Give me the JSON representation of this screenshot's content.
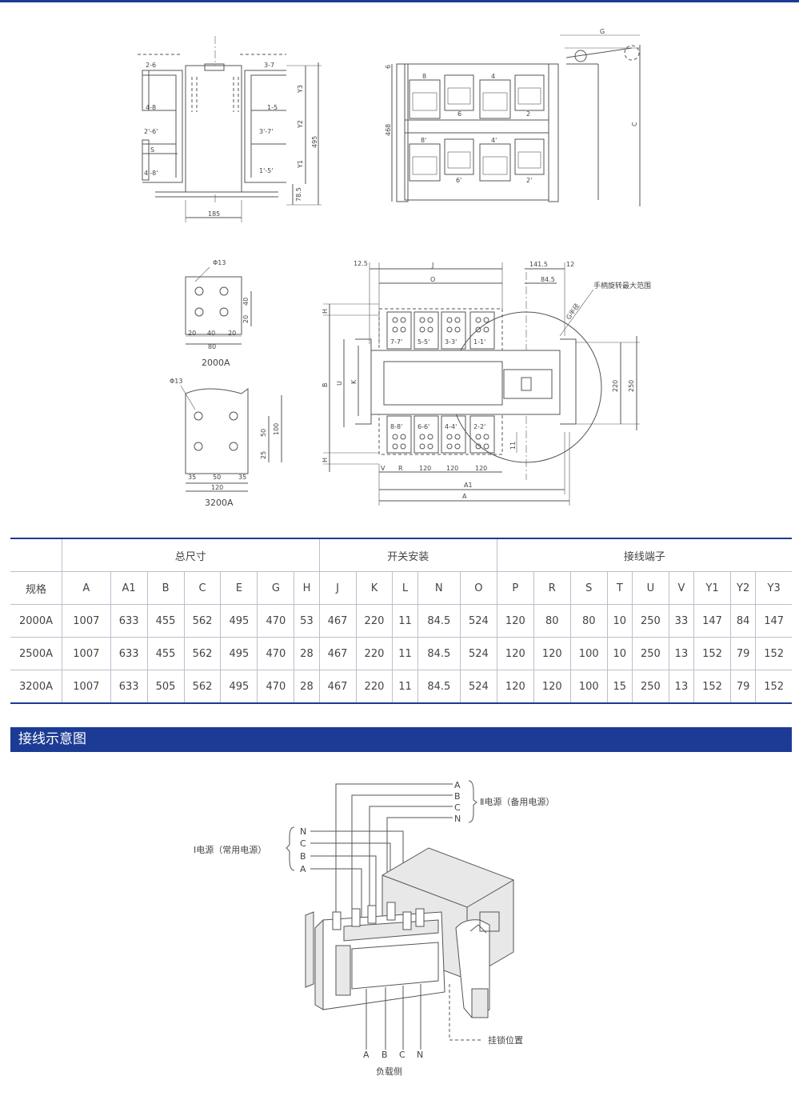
{
  "drawing_labels": {
    "side_top": [
      "2-6",
      "4-8",
      "2'-6'",
      "4'-8'",
      "3-7",
      "1-5",
      "3'-7'",
      "1'-5'"
    ],
    "side_dims": [
      "S",
      "185",
      "495",
      "Y3",
      "Y2",
      "Y1",
      "78.5"
    ],
    "front_top": [
      "G",
      "C",
      "6",
      "468",
      "8",
      "4",
      "6",
      "2",
      "8'",
      "4'",
      "6'",
      "2'"
    ],
    "hole_2000": {
      "phi": "Φ13",
      "dims": [
        "40",
        "20",
        "20",
        "40",
        "20",
        "80"
      ],
      "caption": "2000A"
    },
    "hole_3200": {
      "phi": "Φ13",
      "dims": [
        "50",
        "100",
        "25",
        "35",
        "50",
        "35",
        "120"
      ],
      "caption": "3200A"
    },
    "plan": {
      "top_dims": [
        "12.5",
        "J",
        "O",
        "141.5",
        "12",
        "84.5"
      ],
      "handle_note": "手柄旋转最大范围",
      "radius": "G半径",
      "left_dims": [
        "H",
        "B",
        "U",
        "K",
        "H"
      ],
      "right_dims": [
        "220",
        "250"
      ],
      "terminals_top": [
        "7-7'",
        "5-5'",
        "3-3'",
        "1-1'"
      ],
      "terminals_bottom": [
        "8-8'",
        "6-6'",
        "4-4'",
        "2-2'"
      ],
      "bottom_dims": [
        "V",
        "R",
        "120",
        "120",
        "120",
        "A1",
        "A",
        "11"
      ]
    }
  },
  "table": {
    "group_headers": [
      "总尺寸",
      "开关安装",
      "接线端子"
    ],
    "columns": [
      "规格",
      "A",
      "A1",
      "B",
      "C",
      "E",
      "G",
      "H",
      "J",
      "K",
      "L",
      "N",
      "O",
      "P",
      "R",
      "S",
      "T",
      "U",
      "V",
      "Y1",
      "Y2",
      "Y3"
    ],
    "rows": [
      [
        "2000A",
        "1007",
        "633",
        "455",
        "562",
        "495",
        "470",
        "53",
        "467",
        "220",
        "11",
        "84.5",
        "524",
        "120",
        "80",
        "80",
        "10",
        "250",
        "33",
        "147",
        "84",
        "147"
      ],
      [
        "2500A",
        "1007",
        "633",
        "455",
        "562",
        "495",
        "470",
        "28",
        "467",
        "220",
        "11",
        "84.5",
        "524",
        "120",
        "120",
        "100",
        "10",
        "250",
        "13",
        "152",
        "79",
        "152"
      ],
      [
        "3200A",
        "1007",
        "633",
        "505",
        "562",
        "495",
        "470",
        "28",
        "467",
        "220",
        "11",
        "84.5",
        "524",
        "120",
        "120",
        "100",
        "15",
        "250",
        "13",
        "152",
        "79",
        "152"
      ]
    ]
  },
  "section_title": "接线示意图",
  "wiring": {
    "source2_phases": [
      "A",
      "B",
      "C",
      "N"
    ],
    "source2_label": "Ⅱ电源（备用电源）",
    "source1_phases": [
      "N",
      "C",
      "B",
      "A"
    ],
    "source1_label": "Ⅰ电源（常用电源）",
    "load_phases": [
      "A",
      "B",
      "C",
      "N"
    ],
    "load_label": "负载侧",
    "lock_label": "挂锁位置"
  },
  "colors": {
    "accent": "#1c3b94",
    "line": "#555555"
  }
}
